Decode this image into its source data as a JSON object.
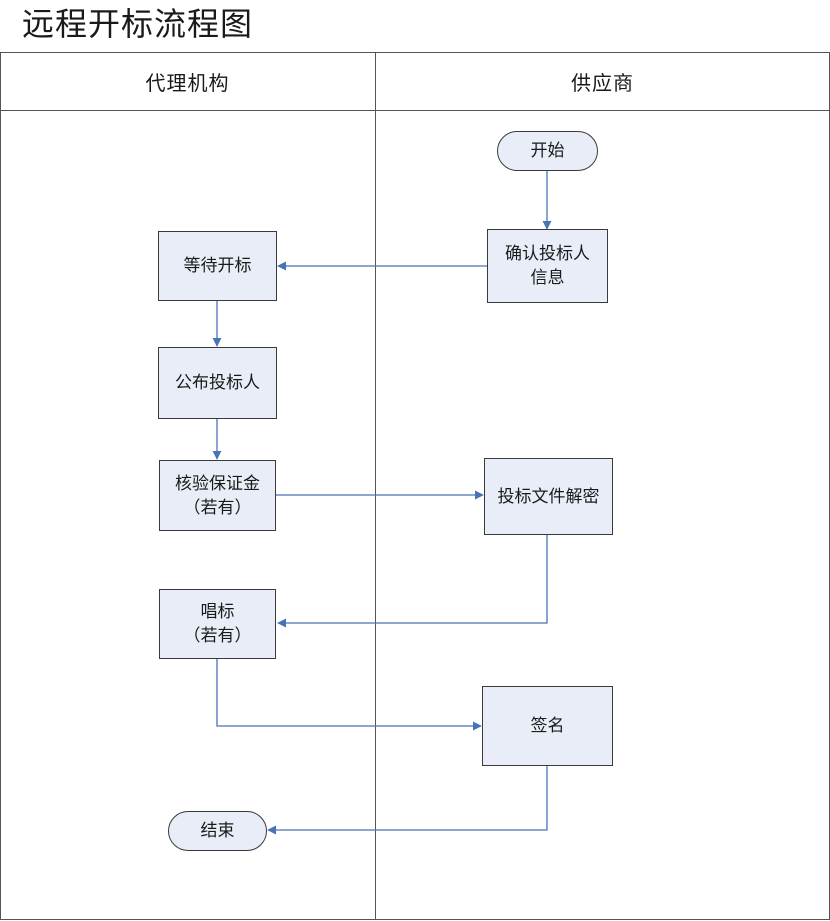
{
  "title": "远程开标流程图",
  "lanes": {
    "left": "代理机构",
    "right": "供应商"
  },
  "nodes": {
    "start": "开始",
    "confirm": "确认投标人\n信息",
    "wait": "等待开标",
    "announce": "公布投标人",
    "verify": "核验保证金\n（若有）",
    "decrypt": "投标文件解密",
    "sing": "唱标\n（若有）",
    "sign": "签名",
    "end": "结束"
  },
  "colors": {
    "node_fill": "#e8edf7",
    "arrow": "#4a72b8",
    "border": "#3a3a3a"
  }
}
